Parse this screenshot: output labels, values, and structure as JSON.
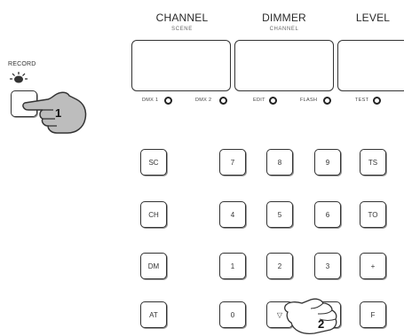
{
  "headers": {
    "channel": "CHANNEL",
    "channel_sub": "SCENE",
    "dimmer": "DIMMER",
    "dimmer_sub": "CHANNEL",
    "level": "LEVEL"
  },
  "display_buttons": {
    "dmx1": "DMX 1",
    "dmx2": "DMX 2",
    "edit": "EDIT",
    "flash": "FLASH",
    "test": "TEST"
  },
  "record": {
    "label": "RECORD",
    "callout": "1"
  },
  "keypad": {
    "row1": [
      "SC",
      "7",
      "8",
      "9",
      "TS"
    ],
    "row2": [
      "CH",
      "4",
      "5",
      "6",
      "TO"
    ],
    "row3": [
      "DM",
      "1",
      "2",
      "3",
      "+"
    ],
    "row4": [
      "AT",
      "0",
      "▽",
      "",
      "F"
    ]
  },
  "callout2": "2"
}
